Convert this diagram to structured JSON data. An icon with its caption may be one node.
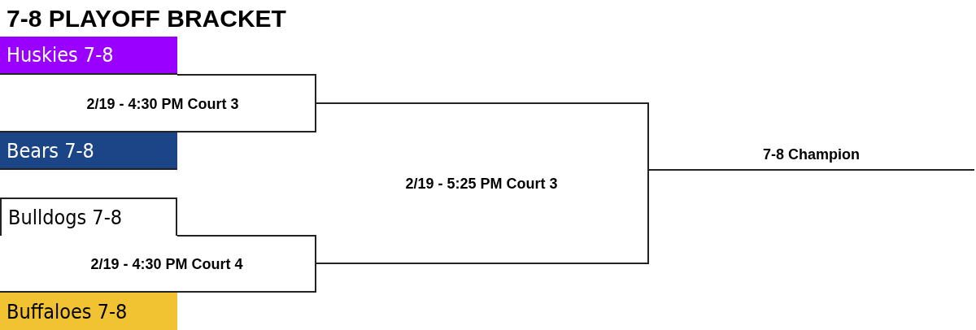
{
  "diagram": {
    "title": "7-8 PLAYOFF BRACKET",
    "nodes": [
      {
        "text": [
          "Huskies 7-8"
        ]
      },
      {
        "text": [
          "Bears 7-8"
        ]
      },
      {
        "text": [
          "Bulldogs 7-8"
        ]
      },
      {
        "text": [
          "Buffaloes 7-8"
        ]
      },
      {
        "text": [
          "7-8 Champion"
        ]
      }
    ],
    "edges": [
      {
        "from": 0,
        "to": 4,
        "arrow": "none"
      },
      {
        "from": 1,
        "to": 4,
        "arrow": "none"
      },
      {
        "from": 2,
        "to": 4,
        "arrow": "none"
      },
      {
        "from": 3,
        "to": 4,
        "arrow": "none"
      }
    ],
    "labels": [
      "2/19 - 4:30 PM Court 3",
      "2/19 - 5:25 PM Court 3",
      "2/19 - 4:30 PM Court 4"
    ]
  }
}
